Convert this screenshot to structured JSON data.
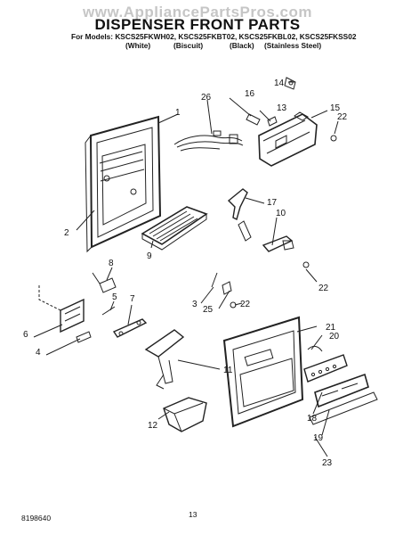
{
  "watermark": "www.AppliancePartsPros.com",
  "title": "DISPENSER FRONT PARTS",
  "models_line": "For Models: KSCS25FKWH02, KSCS25FKBT02, KSCS25FKBL02, KSCS25FKSS02",
  "color_variants": [
    "(White)",
    "(Biscuit)",
    "(Black)",
    "(Stainless Steel)"
  ],
  "callouts": [
    "1",
    "2",
    "3",
    "4",
    "5",
    "6",
    "7",
    "8",
    "9",
    "10",
    "11",
    "12",
    "13",
    "14",
    "15",
    "16",
    "17",
    "18",
    "19",
    "20",
    "21",
    "22",
    "22",
    "23",
    "25",
    "26"
  ],
  "doc_number": "8198640",
  "page_number": "13"
}
